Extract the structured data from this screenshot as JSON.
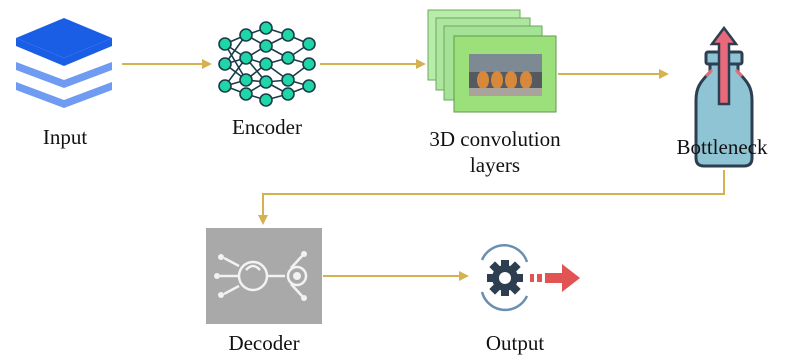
{
  "nodes": {
    "input": {
      "label": "Input",
      "icon": "layers-stack-icon"
    },
    "encoder": {
      "label": "Encoder",
      "icon": "neural-network-icon"
    },
    "conv": {
      "label_line1": "3D convolution",
      "label_line2": "layers",
      "icon": "stacked-image-frames-icon"
    },
    "bottleneck": {
      "label": "Bottleneck",
      "icon": "bottle-with-arrow-icon"
    },
    "decoder": {
      "label": "Decoder",
      "icon": "circuit-key-icon"
    },
    "output": {
      "label": "Output",
      "icon": "gear-arrow-icon"
    }
  },
  "colors": {
    "arrow": "#d4b252",
    "input_blue": "#1a5ee6",
    "input_blue_light": "#6f9bf2",
    "network_teal": "#1ed6a6",
    "network_line": "#1a3c4a",
    "frame_green": "#9be07a",
    "bottle_blue": "#8ec4d4",
    "bottle_arrow": "#e86a7a",
    "decoder_bg": "#a9a9a9",
    "output_gear": "#2d3e50",
    "output_arrow": "#e25353"
  }
}
